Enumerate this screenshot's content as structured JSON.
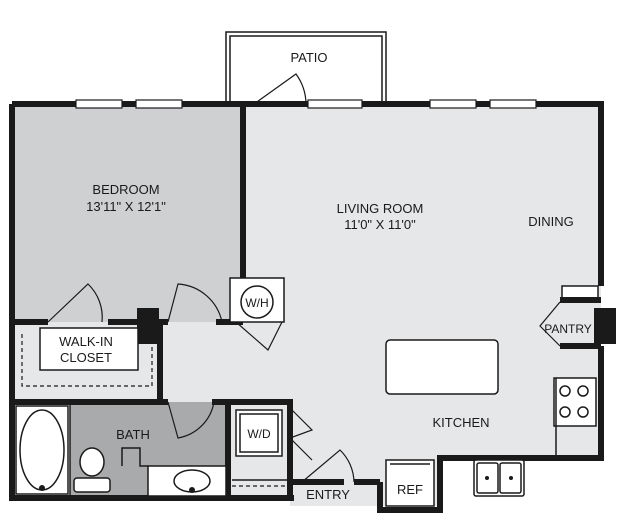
{
  "rooms": {
    "patio": "PATIO",
    "bedroom": "BEDROOM",
    "bedroom_dims": "13'11\" X 12'1\"",
    "living_room": "LIVING ROOM",
    "living_dims": "11'0\" X 11'0\"",
    "dining": "DINING",
    "walk_in_line1": "WALK-IN",
    "walk_in_line2": "CLOSET",
    "wh": "W/H",
    "pantry": "PANTRY",
    "bath": "BATH",
    "wd": "W/D",
    "kitchen": "KITCHEN",
    "entry": "ENTRY",
    "ref": "REF"
  },
  "colors": {
    "wall": "#1a1a1a",
    "floor_light": "#e6e7e9",
    "floor_dark": "#cfd0d2",
    "floor_bath": "#a9aaac",
    "white": "#ffffff"
  }
}
